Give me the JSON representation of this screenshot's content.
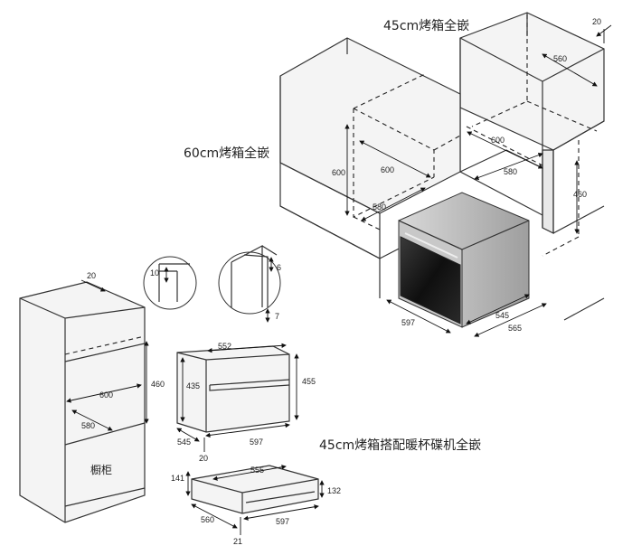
{
  "captions": {
    "top": "45cm烤箱全嵌",
    "middle": "60cm烤箱全嵌",
    "bottom": "45cm烤箱搭配暖杯碟机全嵌",
    "cabinet": "橱柜"
  },
  "dims": {
    "d20_top": "20",
    "d560_top": "560",
    "d600_upper": "600",
    "d580_upper": "580",
    "d460_right": "460",
    "d600_left_v": "600",
    "d600_left": "600",
    "d580_left": "580",
    "d545_oven": "545",
    "d565_oven": "565",
    "d597_oven": "597",
    "d20_cab": "20",
    "d460_cab": "460",
    "d600_cab": "600",
    "d580_cab": "580",
    "d10_detail": "10",
    "d6_detail": "6",
    "d7_detail": "7",
    "d552": "552",
    "d435": "435",
    "d455": "455",
    "d545_small": "545",
    "d597_small": "597",
    "d20_small": "20",
    "d141": "141",
    "d555": "555",
    "d132": "132",
    "d560_drawer": "560",
    "d597_drawer": "597",
    "d21_drawer": "21"
  },
  "colors": {
    "line": "#333333",
    "oven_body": "#bdbdbd",
    "oven_glass": "#1a1a1a"
  }
}
